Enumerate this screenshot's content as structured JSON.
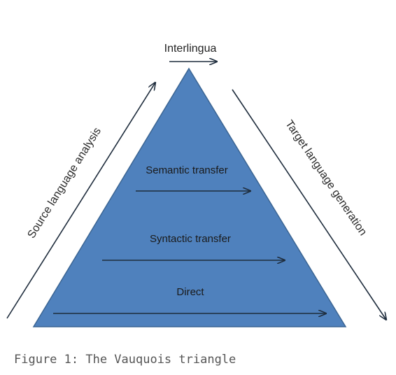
{
  "colors": {
    "triangle_fill": "#4f81bd",
    "triangle_stroke": "#3b6593",
    "arrow": "#1f2d3d"
  },
  "labels": {
    "apex": "Interlingua",
    "left_side": "Source language analysis",
    "right_side": "Target language generation",
    "levels": [
      "Semantic transfer",
      "Syntactic transfer",
      "Direct"
    ]
  },
  "caption": "Figure 1: The Vauquois triangle"
}
